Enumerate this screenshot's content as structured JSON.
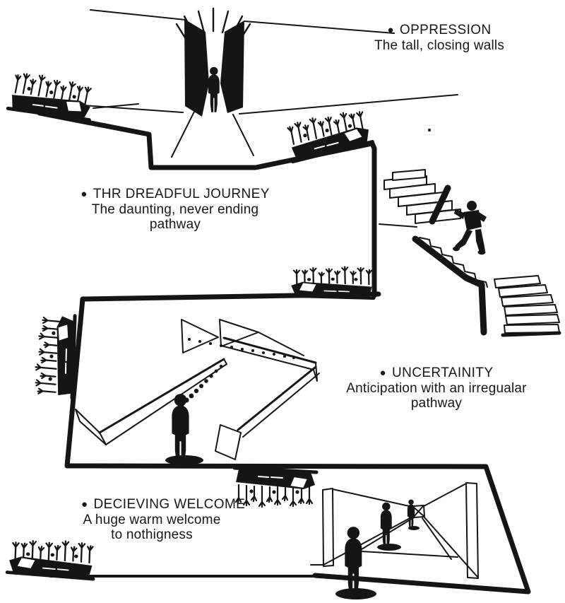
{
  "stages": [
    {
      "bullet": "●",
      "title": "OPPRESSION",
      "subtitle": "The tall, closing walls"
    },
    {
      "bullet": "●",
      "title": "THR DREADFUL JOURNEY",
      "subtitle": "The daunting, never ending pathway"
    },
    {
      "bullet": "●",
      "title": "UNCERTAINITY",
      "subtitle": "Anticipation with an irregualar pathway"
    },
    {
      "bullet": "●",
      "title": "DECIEVING WELCOME",
      "subtitle": "A huge warm welcome to nothigness"
    }
  ],
  "colors": {
    "ink": "#151515",
    "paper": "#ffffff"
  }
}
